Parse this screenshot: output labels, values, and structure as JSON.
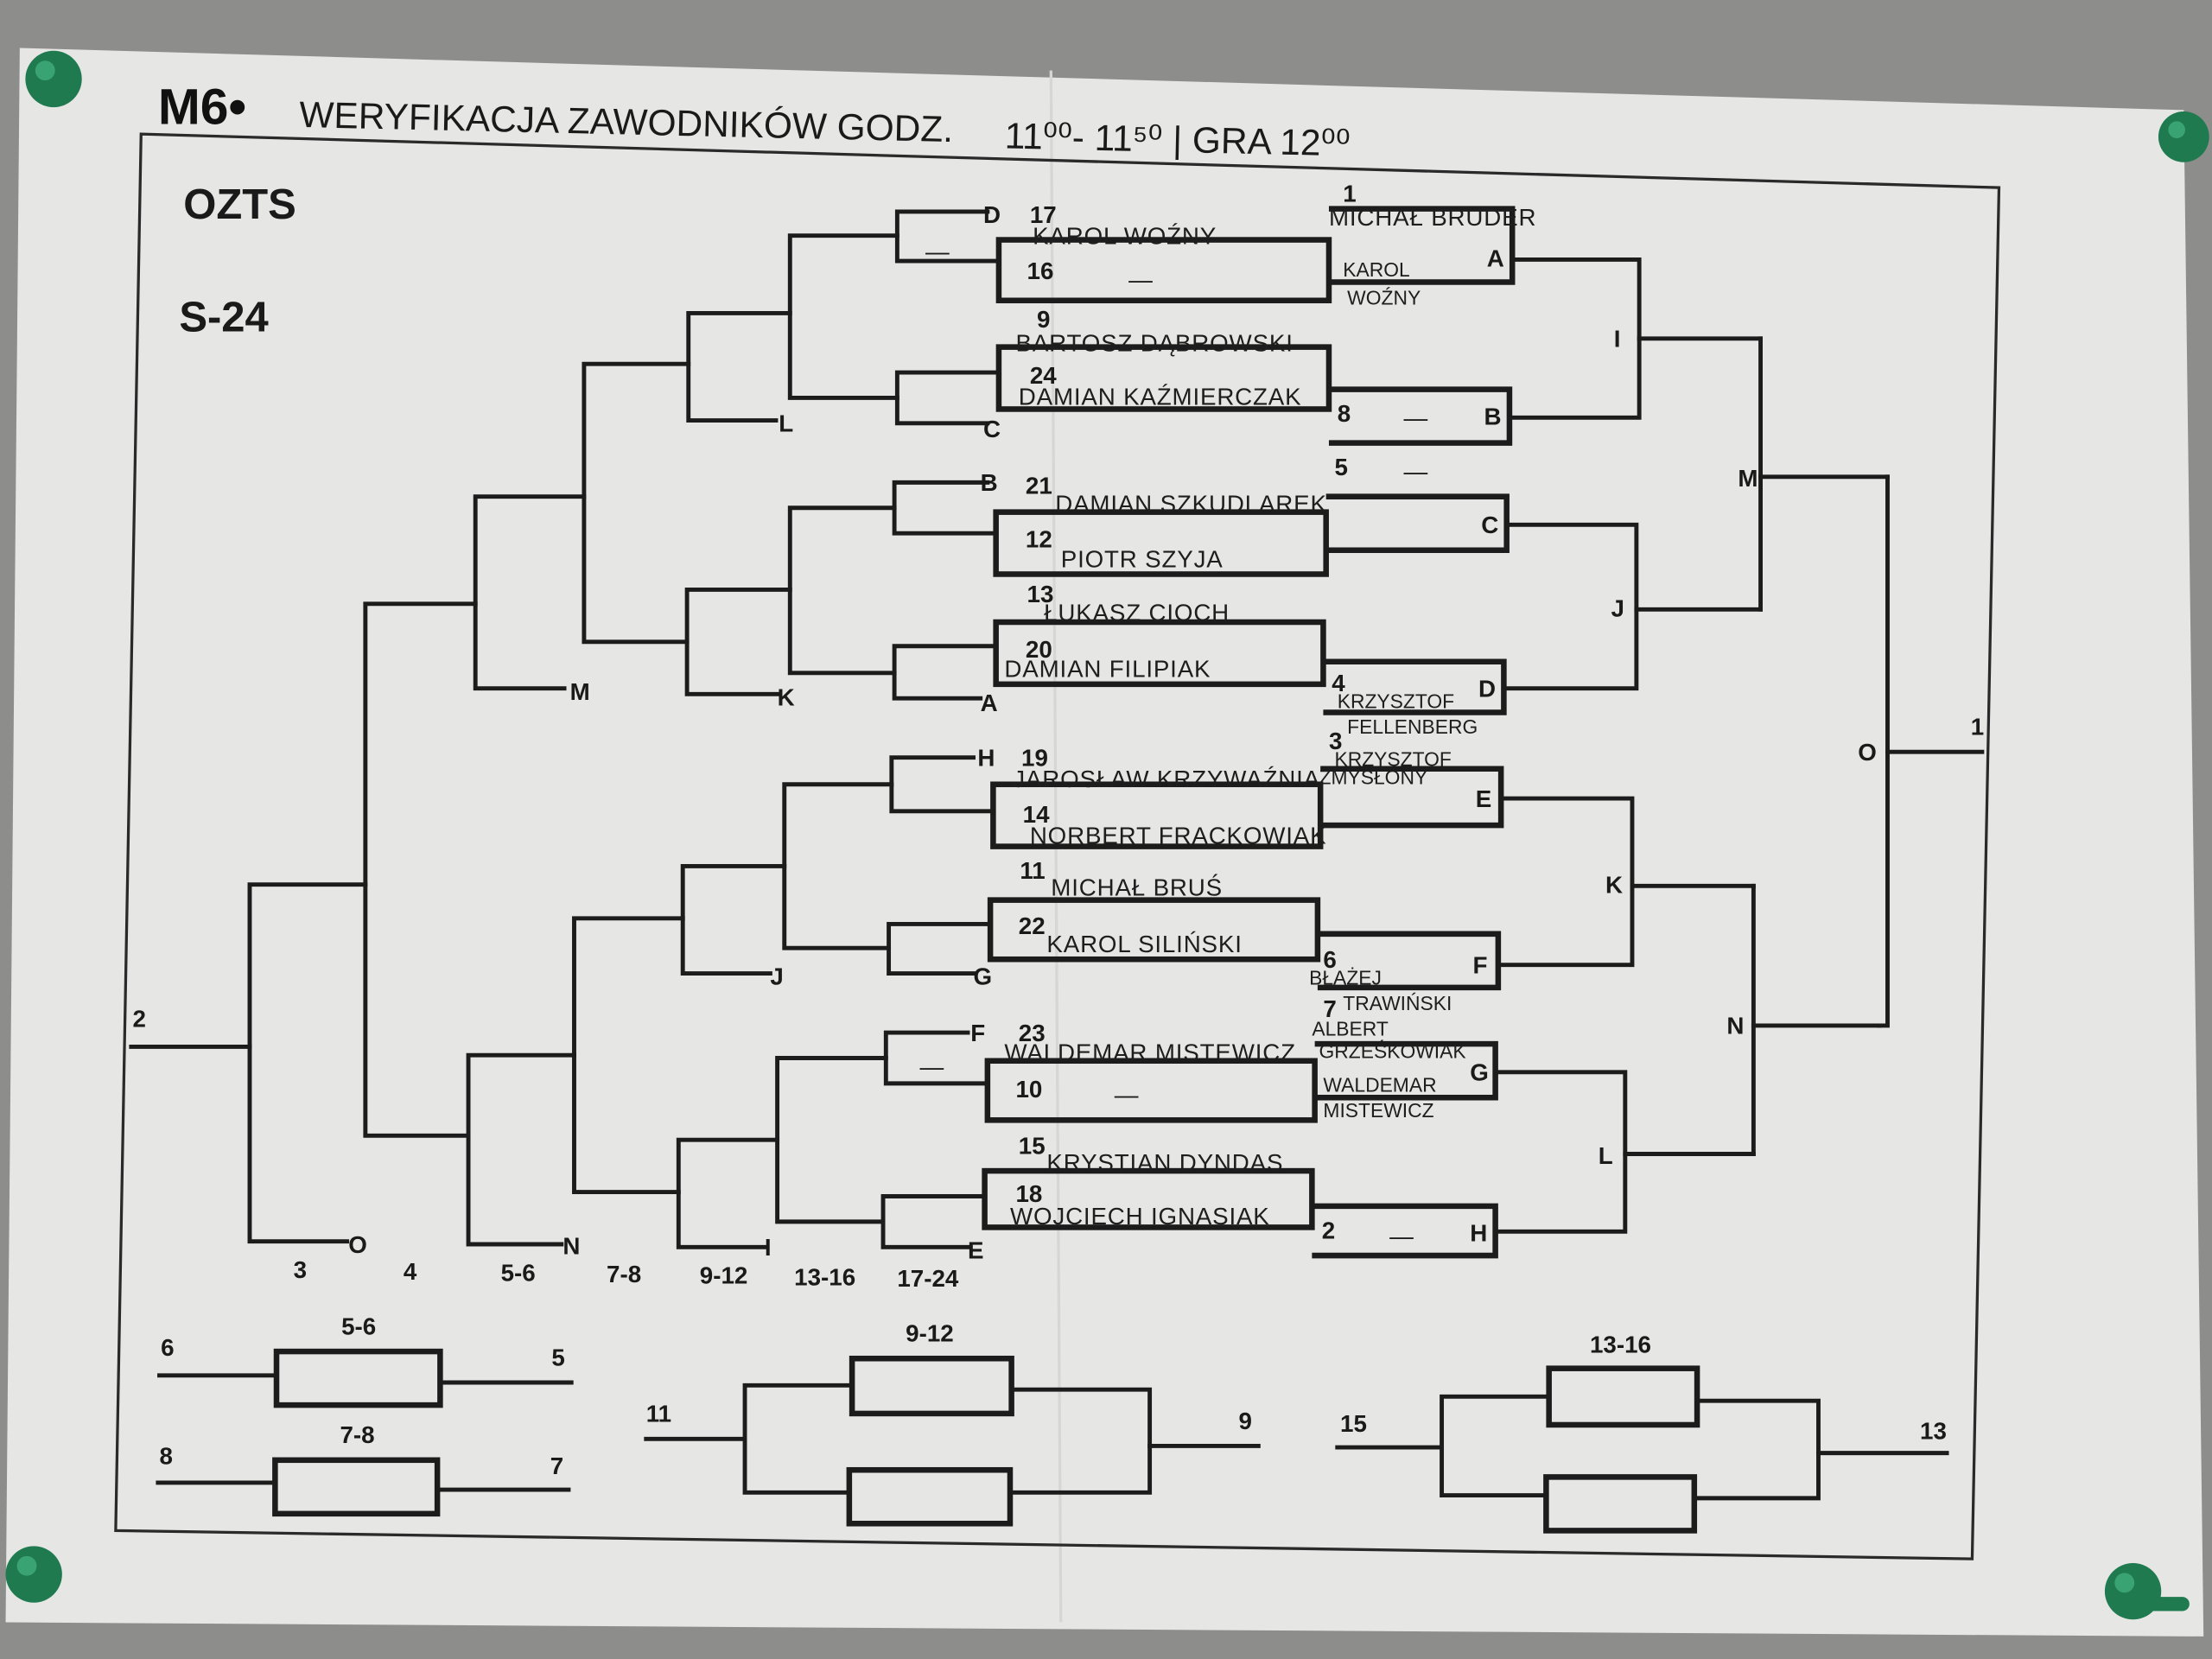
{
  "header": {
    "code": "M6•",
    "title": "WERYFIKACJA ZAWODNIKÓW GODZ.",
    "time": "11⁰⁰- 11⁵⁰ | GRA 12⁰⁰"
  },
  "org": "OZTS",
  "category": "S-24",
  "round1": [
    {
      "letter": "D",
      "top_seed": "17",
      "top_name": "KAROL WOŹNY",
      "bottom_seed": "16",
      "bottom_name": "—",
      "bye_mark": "—"
    },
    {
      "letter": "C",
      "top_seed": "9",
      "top_name": "BARTOSZ DĄBROWSKI",
      "bottom_seed": "24",
      "bottom_name": "DAMIAN KAŹMIERCZAK"
    },
    {
      "letter": "B",
      "top_seed": "21",
      "top_name": "DAMIAN SZKUDLAREK",
      "bottom_seed": "12",
      "bottom_name": "PIOTR SZYJA"
    },
    {
      "letter": "A",
      "top_seed": "13",
      "top_name": "ŁUKASZ CIOCH",
      "bottom_seed": "20",
      "bottom_name": "DAMIAN FILIPIAK"
    },
    {
      "letter": "H",
      "top_seed": "19",
      "top_name": "JAROSŁAW KRZYWAŹNIA",
      "bottom_seed": "14",
      "bottom_name": "NORBERT FRĄCKOWIAK"
    },
    {
      "letter": "G",
      "top_seed": "11",
      "top_name": "MICHAŁ BRUŚ",
      "bottom_seed": "22",
      "bottom_name": "KAROL SILIŃSKI"
    },
    {
      "letter": "F",
      "top_seed": "23",
      "top_name": "WALDEMAR MISTEWICZ",
      "bottom_seed": "10",
      "bottom_name": "—",
      "bye_mark": "—"
    },
    {
      "letter": "E",
      "top_seed": "15",
      "top_name": "KRYSTIAN DYNDAS",
      "bottom_seed": "18",
      "bottom_name": "WOJCIECH IGNASIAK"
    }
  ],
  "round2": [
    {
      "letter": "A",
      "seed": "1",
      "name": "MICHAŁ BRUDER",
      "winner_first": "KAROL",
      "winner_last": "WOŹNY"
    },
    {
      "letter": "B",
      "seed": "8",
      "name": "—"
    },
    {
      "letter": "C",
      "seed": "5",
      "name": "—"
    },
    {
      "letter": "D",
      "seed": "4",
      "name_first": "KRZYSZTOF",
      "name_last": "FELLENBERG"
    },
    {
      "letter": "E",
      "seed": "3",
      "name_first": "KRZYSZTOF",
      "name_last": "ZMYSŁONY"
    },
    {
      "letter": "F",
      "seed": "6",
      "name_first": "BŁAŻEJ",
      "name_last": "TRAWIŃSKI"
    },
    {
      "letter": "G",
      "seed": "7",
      "name_first": "ALBERT",
      "name_last": "GRZEŚKOWIAK",
      "winner_first": "WALDEMAR",
      "winner_last": "MISTEWICZ"
    },
    {
      "letter": "H",
      "seed": "2",
      "name": "—"
    }
  ],
  "winners_bracket": {
    "I": "I",
    "J": "J",
    "K": "K",
    "L": "L",
    "M": "M",
    "N": "N",
    "O": "O",
    "final_place": "1"
  },
  "consolation_bracket": {
    "L": "L",
    "K": "K",
    "M": "M",
    "J": "J",
    "I": "I",
    "N": "N",
    "O": "O",
    "place_2": "2"
  },
  "place_columns": [
    "3",
    "4",
    "5-6",
    "7-8",
    "9-12",
    "13-16",
    "17-24"
  ],
  "placement_matches": {
    "m56": {
      "title": "5-6",
      "left": "6",
      "right": "5"
    },
    "m78": {
      "title": "7-8",
      "left": "8",
      "right": "7"
    },
    "m912": {
      "title": "9-12",
      "left": "11",
      "right": "9"
    },
    "m1316": {
      "title": "13-16",
      "left": "15",
      "right": "13"
    }
  },
  "colors": {
    "paper": "#e6e6e4",
    "ink": "#1c1c1c",
    "pin": "#1f7a4f",
    "wall": "#8d8d8b"
  }
}
